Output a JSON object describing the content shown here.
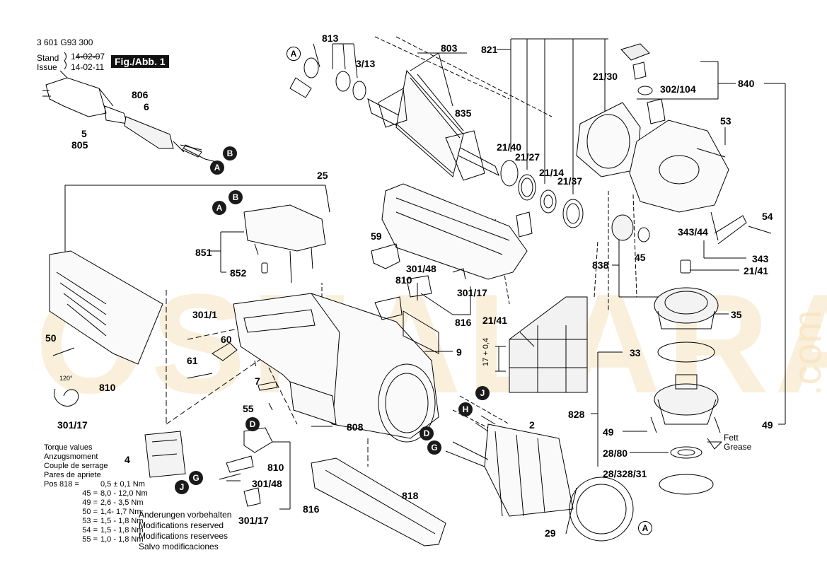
{
  "header": {
    "doc_number": "3 601 G93 300",
    "stand_label": "Stand",
    "issue_label": "Issue",
    "stand_date": "14-02-07",
    "issue_date": "14-02-11",
    "fig_label": "Fig./Abb. 1"
  },
  "watermark": {
    "text": "OSNALARA",
    "side_text": ".com",
    "color": "#f2d7a8"
  },
  "torque": {
    "title_lines": [
      "Torque values",
      "Anzugsmoment",
      "Couple de serrage",
      "Pares de apriete"
    ],
    "rows": [
      {
        "k": "Pos 818 =",
        "v": "0,5 ± 0,1 Nm"
      },
      {
        "k": "45 =",
        "v": "8,0 - 12,0 Nm"
      },
      {
        "k": "49 =",
        "v": "2,6 - 3,5 Nm"
      },
      {
        "k": "50 =",
        "v": "1,4- 1,7 Nm"
      },
      {
        "k": "53 =",
        "v": "1,5 - 1,8 Nm"
      },
      {
        "k": "54 =",
        "v": "1,5 - 1,8 Nm"
      },
      {
        "k": "55 =",
        "v": "1,0 - 1,8 Nm"
      }
    ]
  },
  "modifications": [
    "Änderungen vorbehalten",
    "Modifications reserved",
    "Modifications reservees",
    "Salvo modificaciones"
  ],
  "grease_note": [
    "Fett",
    "Grease"
  ],
  "dim_label": "17 + 0,4",
  "angle_label": "120°",
  "badges": {
    "A1": "A",
    "A2": "A",
    "A3": "A",
    "A4": "A",
    "B1": "B",
    "B2": "B",
    "D1": "D",
    "D2": "D",
    "G1": "G",
    "G2": "G",
    "H1": "H",
    "J1": "J",
    "J2": "J"
  },
  "parts": {
    "p813": "813",
    "p803": "803",
    "p821": "821",
    "p313": "3/13",
    "p835": "835",
    "p2130": "21/30",
    "p302104": "302/104",
    "p840": "840",
    "p806": "806",
    "p6": "6",
    "p5": "5",
    "p805": "805",
    "p53": "53",
    "p2140": "21/40",
    "p2127": "21/27",
    "p2114": "21/14",
    "p2137": "21/37",
    "p25": "25",
    "p54": "54",
    "p34344": "343/44",
    "p343": "343",
    "p2141a": "21/41",
    "p851": "851",
    "p852": "852",
    "p59": "59",
    "p30148a": "301/48",
    "p810a": "810",
    "p30117a": "301/17",
    "p45": "45",
    "p838": "838",
    "p3011": "301/1",
    "p816a": "816",
    "p35": "35",
    "p2141b": "21/41",
    "p50": "50",
    "p60": "60",
    "p9": "9",
    "p33": "33",
    "p61": "61",
    "p810b": "810",
    "p7": "7",
    "p30117b": "301/17",
    "p55": "55",
    "p808": "808",
    "p2": "2",
    "p828": "828",
    "p49a": "49",
    "p49b": "49",
    "p4": "4",
    "p810c": "810",
    "p2880": "28/80",
    "p30148b": "301/48",
    "p28": "28/328/31",
    "p818": "818",
    "p816b": "816",
    "p30117c": "301/17",
    "p29": "29"
  }
}
